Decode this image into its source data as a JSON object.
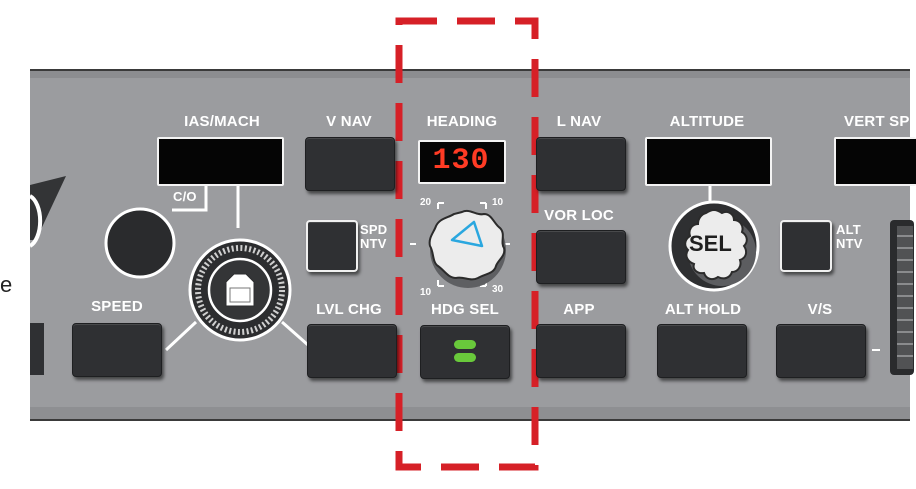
{
  "panel": {
    "outside_text": "e",
    "ias_mach_label": "IAS/MACH",
    "co_label": "C/O",
    "speed_label": "SPEED",
    "vnav_label": "V NAV",
    "spd_ntv_label_1": "SPD",
    "spd_ntv_label_2": "NTV",
    "lvl_chg_label": "LVL CHG",
    "heading_label": "HEADING",
    "heading_value": "130",
    "hdg_sel_label": "HDG SEL",
    "lnav_label": "L NAV",
    "vor_loc_label": "VOR LOC",
    "app_label": "APP",
    "altitude_label": "ALTITUDE",
    "sel_knob_label": "SEL",
    "alt_ntv_label_1": "ALT",
    "alt_ntv_label_2": "NTV",
    "alt_hold_label": "ALT HOLD",
    "vs_label": "V/S",
    "vert_speed_label": "VERT SP",
    "dial_ticks": {
      "t20": "20",
      "t10_top": "10",
      "t10_bottom": "10",
      "t30": "30"
    }
  },
  "colors": {
    "panel": "#9b9c9f",
    "button": "#2f3033",
    "highlight_box": "#d62027",
    "heading_digits": "#ff3b24",
    "hdg_sel_light": "#69c93b",
    "pointer": "#2aa7df"
  },
  "icons": [
    "heading-knob-icon",
    "sel-knob-icon",
    "speed-knob-icon",
    "co-knob-icon",
    "vs-wheel-icon"
  ]
}
